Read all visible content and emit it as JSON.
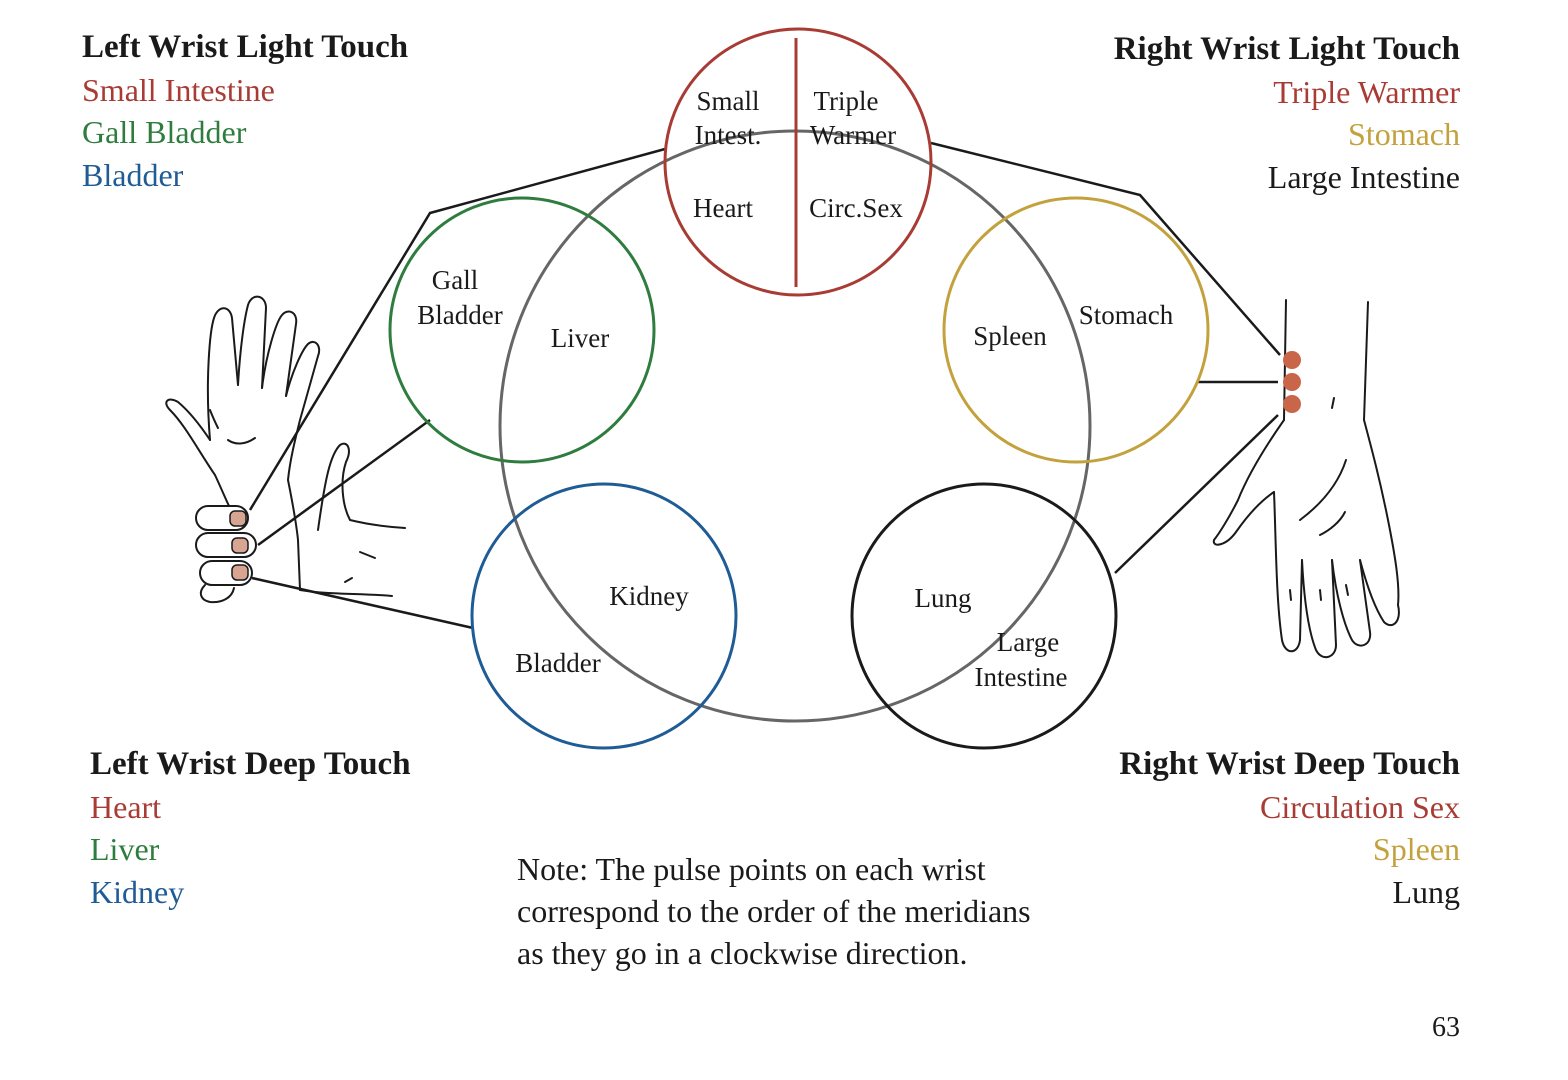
{
  "left_light": {
    "heading": "Left Wrist Light Touch",
    "items": [
      "Small Intestine",
      "Gall Bladder",
      "Bladder"
    ]
  },
  "right_light": {
    "heading": "Right Wrist Light Touch",
    "items": [
      "Triple Warmer",
      "Stomach",
      "Large Intestine"
    ]
  },
  "left_deep": {
    "heading": "Left Wrist Deep Touch",
    "items": [
      "Heart",
      "Liver",
      "Kidney"
    ]
  },
  "right_deep": {
    "heading": "Right Wrist Deep Touch",
    "items": [
      "Circulation Sex",
      "Spleen",
      "Lung"
    ]
  },
  "circles": {
    "fire": {
      "small_intestine": [
        "Small",
        "Intest."
      ],
      "triple_warmer": [
        "Triple",
        "Warmer"
      ],
      "heart": "Heart",
      "circ_sex": "Circ.Sex"
    },
    "wood": {
      "gall_bladder": [
        "Gall",
        "Bladder"
      ],
      "liver": "Liver"
    },
    "earth": {
      "spleen": "Spleen",
      "stomach": "Stomach"
    },
    "water": {
      "kidney": "Kidney",
      "bladder": "Bladder"
    },
    "metal": {
      "lung": "Lung",
      "large_intestine": [
        "Large",
        "Intestine"
      ]
    }
  },
  "note": {
    "lines": [
      "Note:  The pulse points on each wrist",
      "correspond to the order of the meridians",
      "as they go in a clockwise direction."
    ]
  },
  "page_number": "63",
  "colors": {
    "fire": "#a83c35",
    "wood": "#2e7d3e",
    "earth": "#c3a23e",
    "water": "#1f5b95",
    "metal": "#1a1a1a",
    "center": "#666666",
    "pulse_dot": "#c9664a",
    "fingertip": "#d9a593"
  }
}
